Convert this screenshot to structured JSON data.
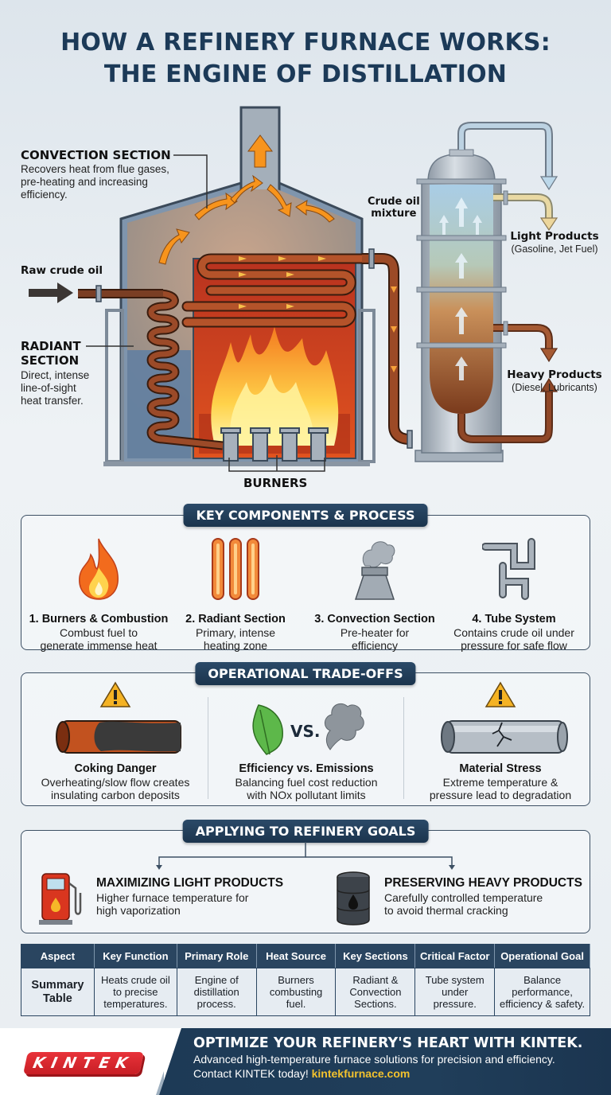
{
  "title": {
    "line1": "HOW A REFINERY FURNACE WORKS:",
    "line2": "THE ENGINE OF DISTILLATION"
  },
  "diagram": {
    "convection": {
      "heading": "CONVECTION SECTION",
      "desc_lines": [
        "Recovers heat from flue gases,",
        "pre-heating and increasing",
        "efficiency."
      ]
    },
    "raw_crude_label": "Raw crude oil",
    "radiant": {
      "heading_lines": [
        "RADIANT",
        "SECTION"
      ],
      "desc_lines": [
        "Direct, intense",
        "line-of-sight",
        "heat transfer."
      ]
    },
    "burners_label": "BURNERS",
    "crude_mixture_lines": [
      "Crude oil",
      "mixture"
    ],
    "light_products": {
      "title": "Light Products",
      "sub": "(Gasoline, Jet Fuel)"
    },
    "heavy_products": {
      "title": "Heavy Products",
      "sub": "(Diesel, Lubricants)"
    },
    "colors": {
      "flame": "#f7941d",
      "flame_core": "#ffe36b",
      "furnace_wall": "#c0392b",
      "pipe": "#8a3f22",
      "steel": "#9aa5b1",
      "frame": "#3b4a5a",
      "flue_arrow": "#f7941d"
    }
  },
  "key_components": {
    "header": "KEY COMPONENTS & PROCESS",
    "items": [
      {
        "icon": "flame-icon",
        "title": "1. Burners & Combustion",
        "desc_lines": [
          "Combust fuel to",
          "generate immense heat"
        ]
      },
      {
        "icon": "heating-tubes-icon",
        "title": "2. Radiant Section",
        "desc_lines": [
          "Primary, intense",
          "heating zone"
        ]
      },
      {
        "icon": "chimney-smoke-icon",
        "title": "3. Convection Section",
        "desc_lines": [
          "Pre-heater for",
          "efficiency"
        ]
      },
      {
        "icon": "pipes-icon",
        "title": "4. Tube System",
        "desc_lines": [
          "Contains crude oil under",
          "pressure for safe flow"
        ]
      }
    ]
  },
  "tradeoffs": {
    "header": "OPERATIONAL TRADE-OFFS",
    "vs_label": "VS.",
    "items": [
      {
        "icon": "coked-pipe-icon",
        "warning": true,
        "title": "Coking Danger",
        "desc_lines": [
          "Overheating/slow flow creates",
          "insulating carbon deposits"
        ]
      },
      {
        "icon": "leaf-vs-smoke-icon",
        "warning": false,
        "title": "Efficiency vs. Emissions",
        "desc_lines": [
          "Balancing fuel cost reduction",
          "with NOx pollutant limits"
        ]
      },
      {
        "icon": "cracked-pipe-icon",
        "warning": true,
        "title": "Material Stress",
        "desc_lines": [
          "Extreme temperature &",
          "pressure lead to degradation"
        ]
      }
    ]
  },
  "goals": {
    "header": "APPLYING TO REFINERY GOALS",
    "items": [
      {
        "icon": "fuel-pump-icon",
        "title": "MAXIMIZING LIGHT PRODUCTS",
        "desc_lines": [
          "Higher furnace temperature for",
          "high vaporization"
        ]
      },
      {
        "icon": "oil-barrel-icon",
        "title": "PRESERVING HEAVY PRODUCTS",
        "desc_lines": [
          "Carefully controlled temperature",
          "to avoid thermal cracking"
        ]
      }
    ]
  },
  "summary_table": {
    "headers": [
      "Aspect",
      "Key Function",
      "Primary Role",
      "Heat Source",
      "Key Sections",
      "Critical Factor",
      "Operational Goal"
    ],
    "row": {
      "label_lines": [
        "Summary",
        "Table"
      ],
      "cells": [
        [
          "Heats crude oil",
          "to precise",
          "temperatures."
        ],
        [
          "Engine of",
          "distillation",
          "process."
        ],
        [
          "Burners",
          "combusting",
          "fuel."
        ],
        [
          "Radiant &",
          "Convection",
          "Sections."
        ],
        [
          "Tube system",
          "under",
          "pressure."
        ],
        [
          "Balance",
          "performance,",
          "efficiency & safety."
        ]
      ]
    }
  },
  "footer": {
    "logo": "KINTEK",
    "headline": "OPTIMIZE YOUR REFINERY'S HEART WITH KINTEK.",
    "line2": "Advanced high-temperature furnace solutions for precision and efficiency.",
    "line3_prefix": "Contact KINTEK today! ",
    "link": "kintekfurnace.com",
    "colors": {
      "bg": "#1d3a56",
      "link": "#f2c22e",
      "logo": "#d9262d"
    }
  }
}
